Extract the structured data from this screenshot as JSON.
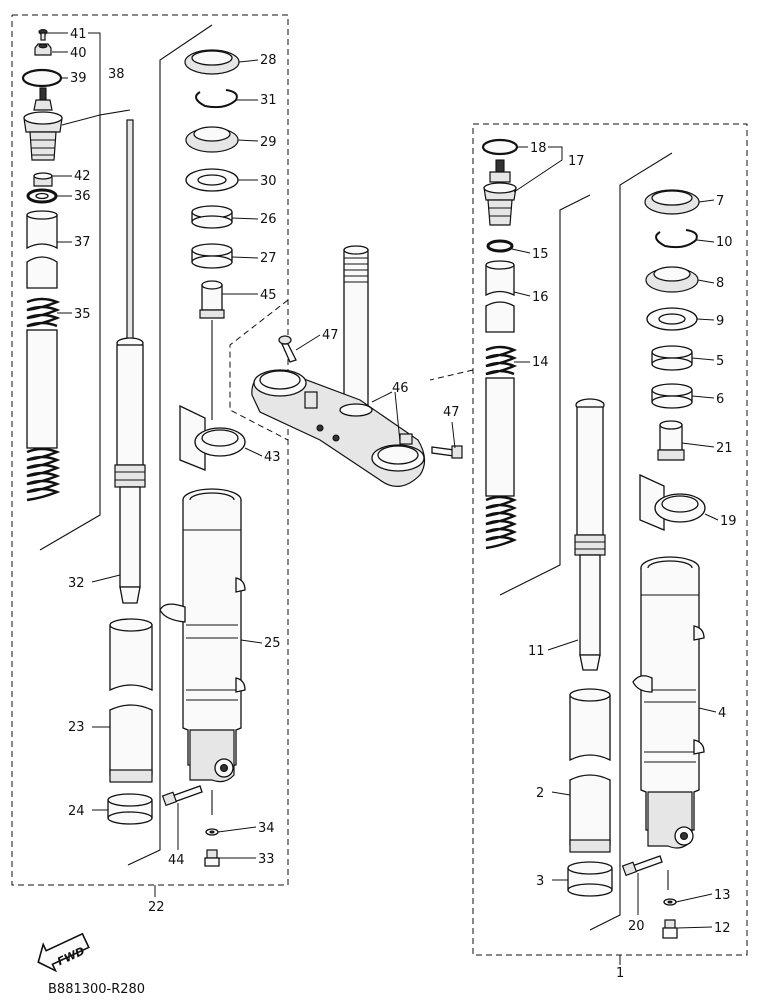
{
  "diagram_code": "B881300-R280",
  "fwd_label": "FWD",
  "parts": {
    "p1": "1",
    "p2": "2",
    "p3": "3",
    "p4": "4",
    "p5": "5",
    "p6": "6",
    "p7": "7",
    "p8": "8",
    "p9": "9",
    "p10": "10",
    "p11": "11",
    "p12": "12",
    "p13": "13",
    "p14": "14",
    "p15": "15",
    "p16": "16",
    "p17": "17",
    "p18": "18",
    "p19": "19",
    "p20": "20",
    "p21": "21",
    "p22": "22",
    "p23": "23",
    "p24": "24",
    "p25": "25",
    "p26": "26",
    "p27": "27",
    "p28": "28",
    "p29": "29",
    "p30": "30",
    "p31": "31",
    "p32": "32",
    "p33": "33",
    "p34": "34",
    "p35": "35",
    "p36": "36",
    "p37": "37",
    "p38": "38",
    "p39": "39",
    "p40": "40",
    "p41": "41",
    "p42": "42",
    "p43": "43",
    "p44": "44",
    "p45": "45",
    "p46": "46",
    "p47a": "47",
    "p47b": "47"
  }
}
